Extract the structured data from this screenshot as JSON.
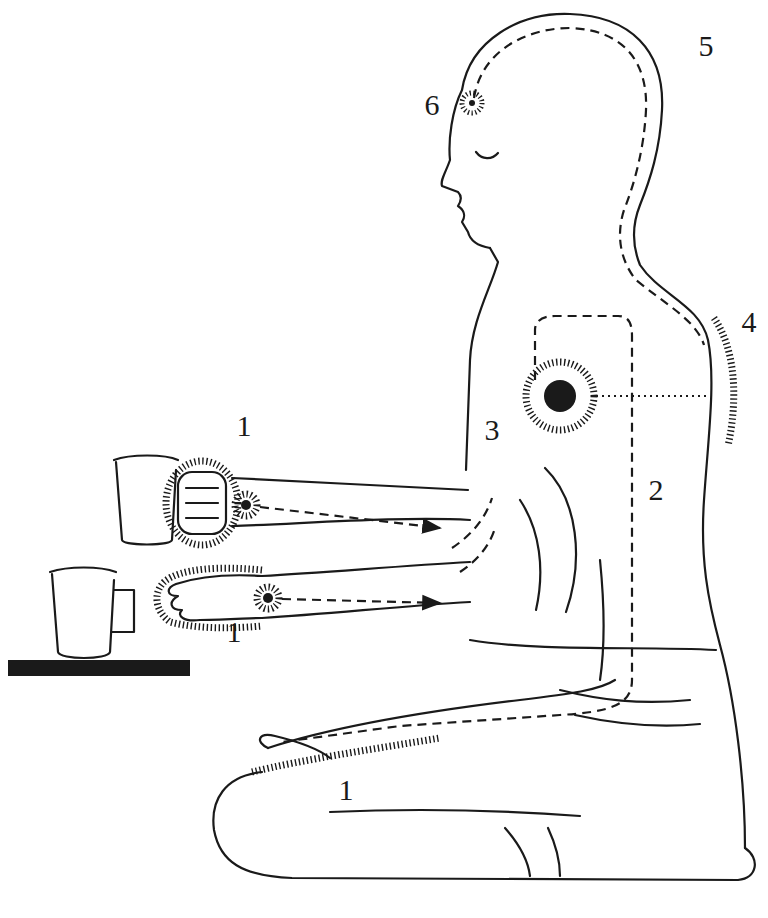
{
  "diagram": {
    "labels": [
      "5",
      "6",
      "4",
      "1",
      "3",
      "2",
      "1",
      "1"
    ]
  }
}
